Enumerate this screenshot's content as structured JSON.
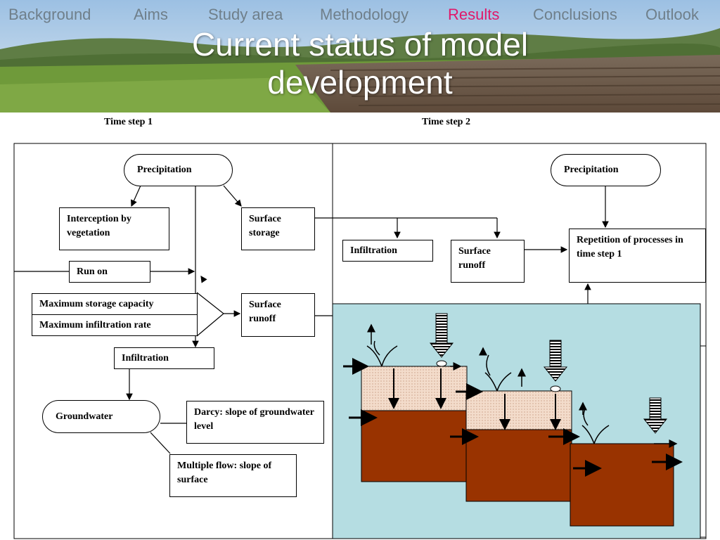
{
  "nav": {
    "items": [
      "Background",
      "Aims",
      "Study area",
      "Methodology",
      "Results",
      "Conclusions",
      "Outlook"
    ],
    "active": "Results"
  },
  "title": {
    "line1": "Current status of model",
    "line2": "development"
  },
  "diagram": {
    "time_step_1": "Time step 1",
    "time_step_2": "Time step 2",
    "ts1": {
      "precipitation": "Precipitation",
      "interception": "Interception by vegetation",
      "surface_storage": "Surface storage",
      "run_on": "Run on",
      "max_storage": "Maximum storage capacity",
      "max_infiltration": "Maximum infiltration rate",
      "surface_runoff": "Surface runoff",
      "infiltration": "Infiltration",
      "groundwater": "Groundwater",
      "darcy": "Darcy: slope of groundwater level",
      "multiple_flow": "Multiple flow: slope of surface"
    },
    "ts2": {
      "precipitation": "Precipitation",
      "infiltration": "Infiltration",
      "surface_runoff": "Surface runoff",
      "repetition": "Repetition of processes in time step 1"
    }
  },
  "colors": {
    "active_nav": "#e0186a",
    "nav": "#6f7f8a",
    "soil": "#993300",
    "topsoil": "#f3dccb",
    "panel": "#b5dde2"
  }
}
